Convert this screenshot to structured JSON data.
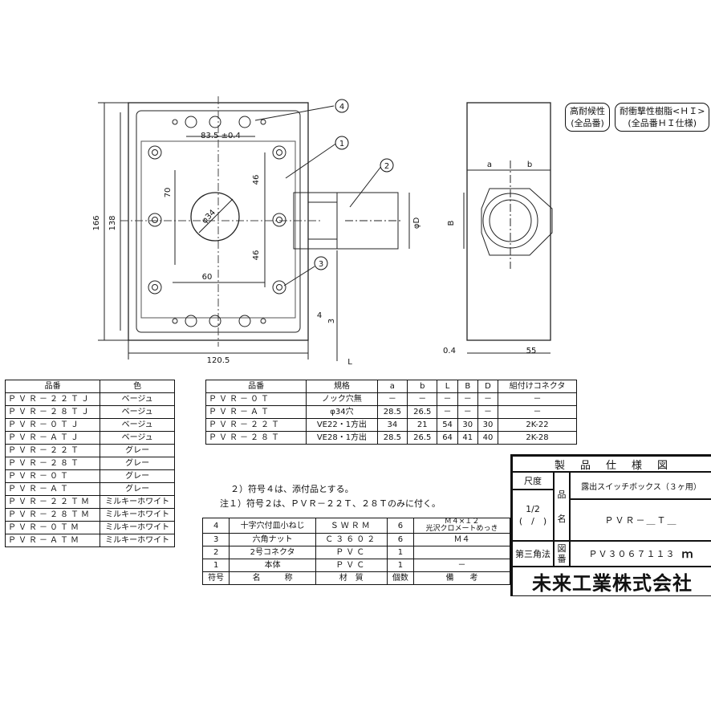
{
  "badges": {
    "heat": [
      "高耐候性",
      "(全品番)"
    ],
    "impact": [
      "耐衝撃性樹脂<ＨＩ>",
      "(全品番ＨＩ仕様)"
    ]
  },
  "drawing": {
    "dims": {
      "pitch": "83.5 ±0.4",
      "height_outer": "166",
      "height_inner": "138",
      "width_outer": "120.5",
      "v70": "70",
      "v46a": "46",
      "v46b": "46",
      "h60": "60",
      "hole": "φ34",
      "d4": "4",
      "d3": "3",
      "L": "L",
      "phiD": "φD",
      "a": "a",
      "b": "b",
      "B": "B",
      "t04": "0.4",
      "w55": "55"
    },
    "callouts": [
      "1",
      "2",
      "3",
      "4"
    ]
  },
  "color_table": {
    "headers": [
      "品番",
      "色"
    ],
    "rows": [
      [
        "ＰＶＲ－２２ＴＪ",
        "ベージュ"
      ],
      [
        "ＰＶＲ－２８ＴＪ",
        "ベージュ"
      ],
      [
        "ＰＶＲ－０ＴＪ",
        "ベージュ"
      ],
      [
        "ＰＶＲ－ＡＴＪ",
        "ベージュ"
      ],
      [
        "ＰＶＲ－２２Ｔ",
        "グレー"
      ],
      [
        "ＰＶＲ－２８Ｔ",
        "グレー"
      ],
      [
        "ＰＶＲ－０Ｔ",
        "グレー"
      ],
      [
        "ＰＶＲ－ＡＴ",
        "グレー"
      ],
      [
        "ＰＶＲ－２２ＴＭ",
        "ミルキーホワイト"
      ],
      [
        "ＰＶＲ－２８ＴＭ",
        "ミルキーホワイト"
      ],
      [
        "ＰＶＲ－０ＴＭ",
        "ミルキーホワイト"
      ],
      [
        "ＰＶＲ－ＡＴＭ",
        "ミルキーホワイト"
      ]
    ]
  },
  "spec_table": {
    "headers": [
      "品番",
      "規格",
      "a",
      "b",
      "L",
      "B",
      "D",
      "組付けコネクタ"
    ],
    "rows": [
      [
        "ＰＶＲ－０Ｔ",
        "ノック穴無",
        "－",
        "－",
        "－",
        "－",
        "－",
        "－"
      ],
      [
        "ＰＶＲ－ＡＴ",
        "φ34穴",
        "28.5",
        "26.5",
        "－",
        "－",
        "－",
        "－"
      ],
      [
        "ＰＶＲ－２２Ｔ",
        "VE22・1方出",
        "34",
        "21",
        "54",
        "30",
        "30",
        "2K-22"
      ],
      [
        "ＰＶＲ－２８Ｔ",
        "VE28・1方出",
        "28.5",
        "26.5",
        "64",
        "41",
        "40",
        "2K-28"
      ]
    ]
  },
  "notes": [
    "２）符号４は、添付品とする。",
    "注１）符号２は、ＰＶＲ－２２Ｔ、２８Ｔのみに付く。"
  ],
  "parts_table": {
    "rows": [
      [
        "4",
        "十字穴付皿小ねじ",
        "ＳＷＲＭ",
        "6",
        "Ｍ４×１２\n光沢クロメートめっき"
      ],
      [
        "3",
        "六角ナット",
        "Ｃ３６０２",
        "6",
        "Ｍ４"
      ],
      [
        "2",
        "2号コネクタ",
        "ＰＶＣ",
        "1",
        ""
      ],
      [
        "1",
        "本体",
        "ＰＶＣ",
        "1",
        "－"
      ]
    ],
    "headers": [
      "符号",
      "名　　　称",
      "材　質",
      "個数",
      "備　　考"
    ]
  },
  "title_block": {
    "title": "製　品　仕　様　図",
    "scale_label": "尺度",
    "scale_value": "1/2",
    "scale_sub": "(　/　)",
    "name_label": "品",
    "name_label2": "名",
    "product_name": "露出スイッチボックス（３ヶ用）",
    "product_code": "ＰＶＲ－＿Ｔ＿",
    "projection": "第三角法",
    "drawing_label": "図",
    "drawing_label2": "番",
    "drawing_no": "ＰＶ３０６７１１３",
    "company": "未来工業株式会社"
  }
}
